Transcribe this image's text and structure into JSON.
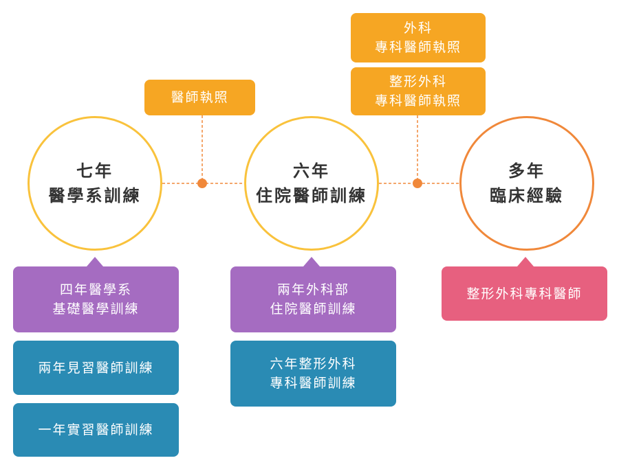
{
  "colors": {
    "circle_border_yellow": "#F9C23C",
    "circle_border_orange": "#F0883A",
    "connector": "#F0883A",
    "license_box": "#F6A623",
    "purple_box": "#A56CC1",
    "teal_box": "#2A8BB4",
    "pink_box": "#E7607F",
    "circle_text": "#333333"
  },
  "stages": [
    {
      "line1": "七年",
      "line2": "醫學系訓練"
    },
    {
      "line1": "六年",
      "line2": "住院醫師訓練"
    },
    {
      "line1": "多年",
      "line2": "臨床經驗"
    }
  ],
  "licenses": [
    {
      "line1": "醫師執照"
    },
    {
      "line1": "外科",
      "line2": "專科醫師執照"
    },
    {
      "line1": "整形外科",
      "line2": "專科醫師執照"
    }
  ],
  "col1_boxes": [
    {
      "line1": "四年醫學系",
      "line2": "基礎醫學訓練"
    },
    {
      "line1": "兩年見習醫師訓練"
    },
    {
      "line1": "一年實習醫師訓練"
    }
  ],
  "col2_boxes": [
    {
      "line1": "兩年外科部",
      "line2": "住院醫師訓練"
    },
    {
      "line1": "六年整形外科",
      "line2": "專科醫師訓練"
    }
  ],
  "col3_boxes": [
    {
      "line1": "整形外科專科醫師"
    }
  ]
}
